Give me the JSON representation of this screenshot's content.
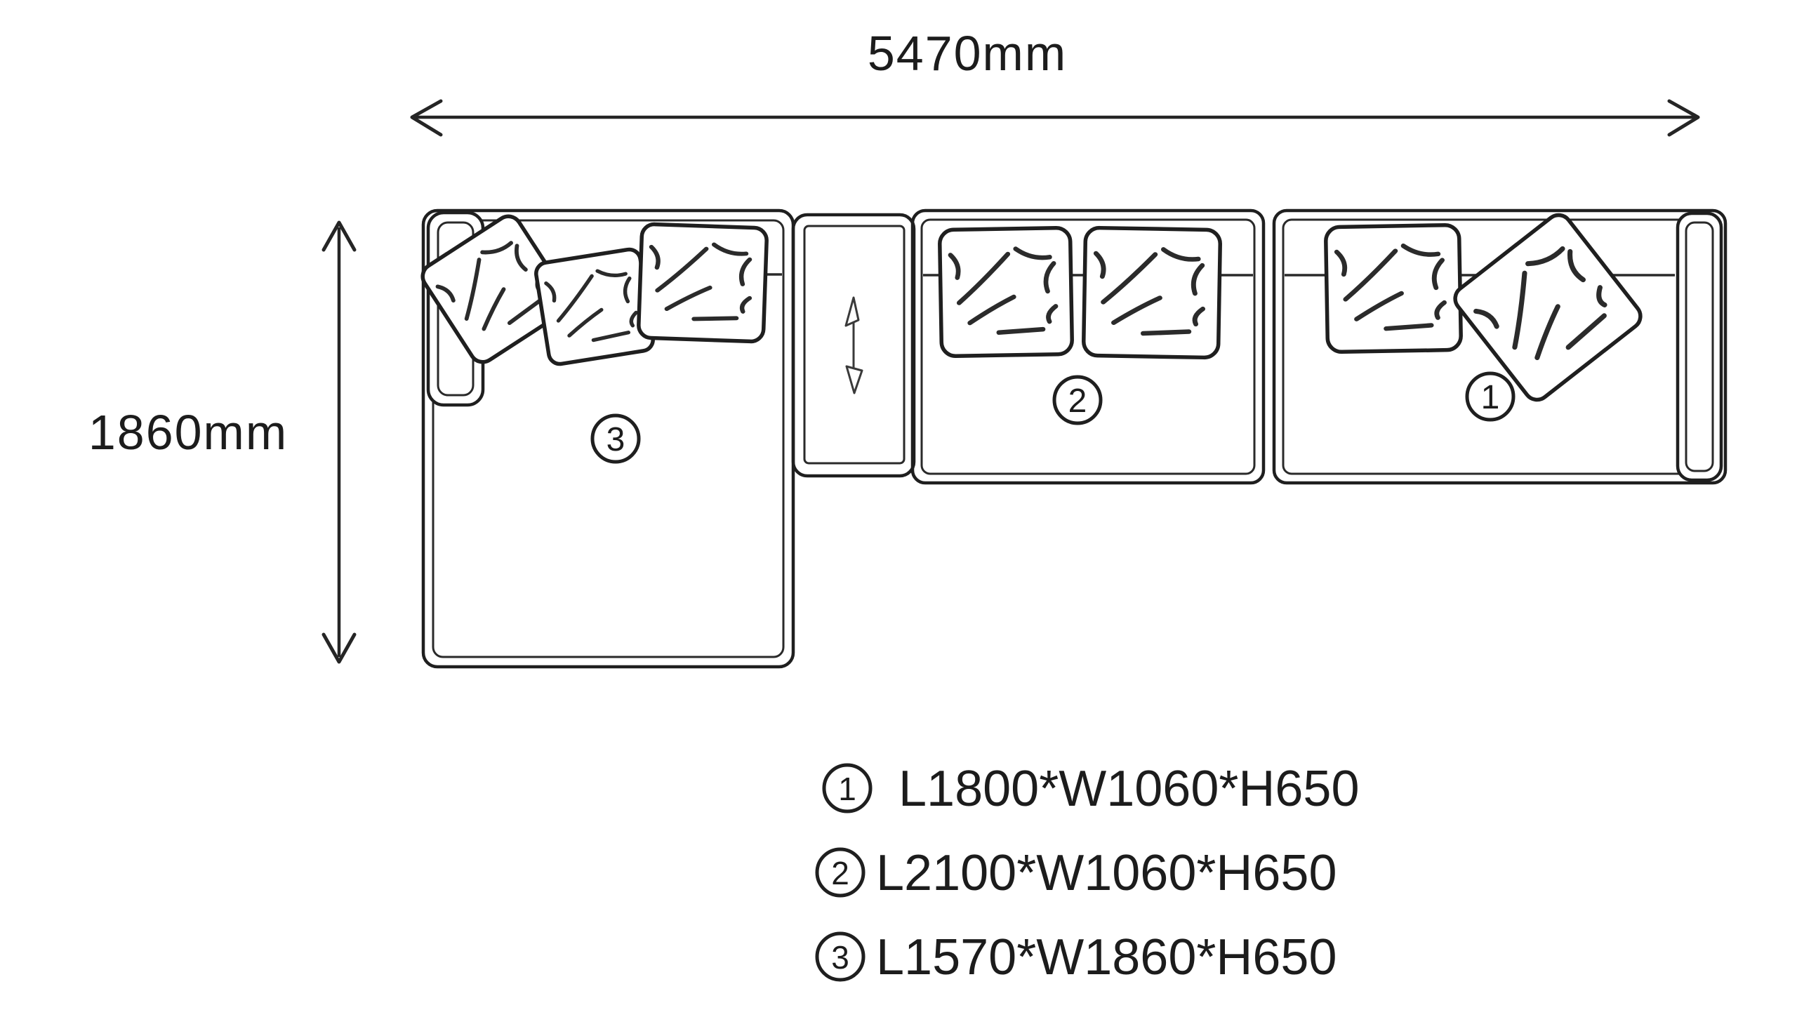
{
  "page": {
    "background": "#ffffff",
    "line_color": "#1f1f1f",
    "drawing_type": "sectional-sofa-top-view"
  },
  "dimensions": {
    "overall_width_label": "5470mm",
    "overall_depth_label": "1860mm"
  },
  "sections": [
    {
      "number": "1",
      "size_label": "L1800*W1060*H650"
    },
    {
      "number": "2",
      "size_label": "L2100*W1060*H650"
    },
    {
      "number": "3",
      "size_label": "L1570*W1860*H650"
    }
  ]
}
